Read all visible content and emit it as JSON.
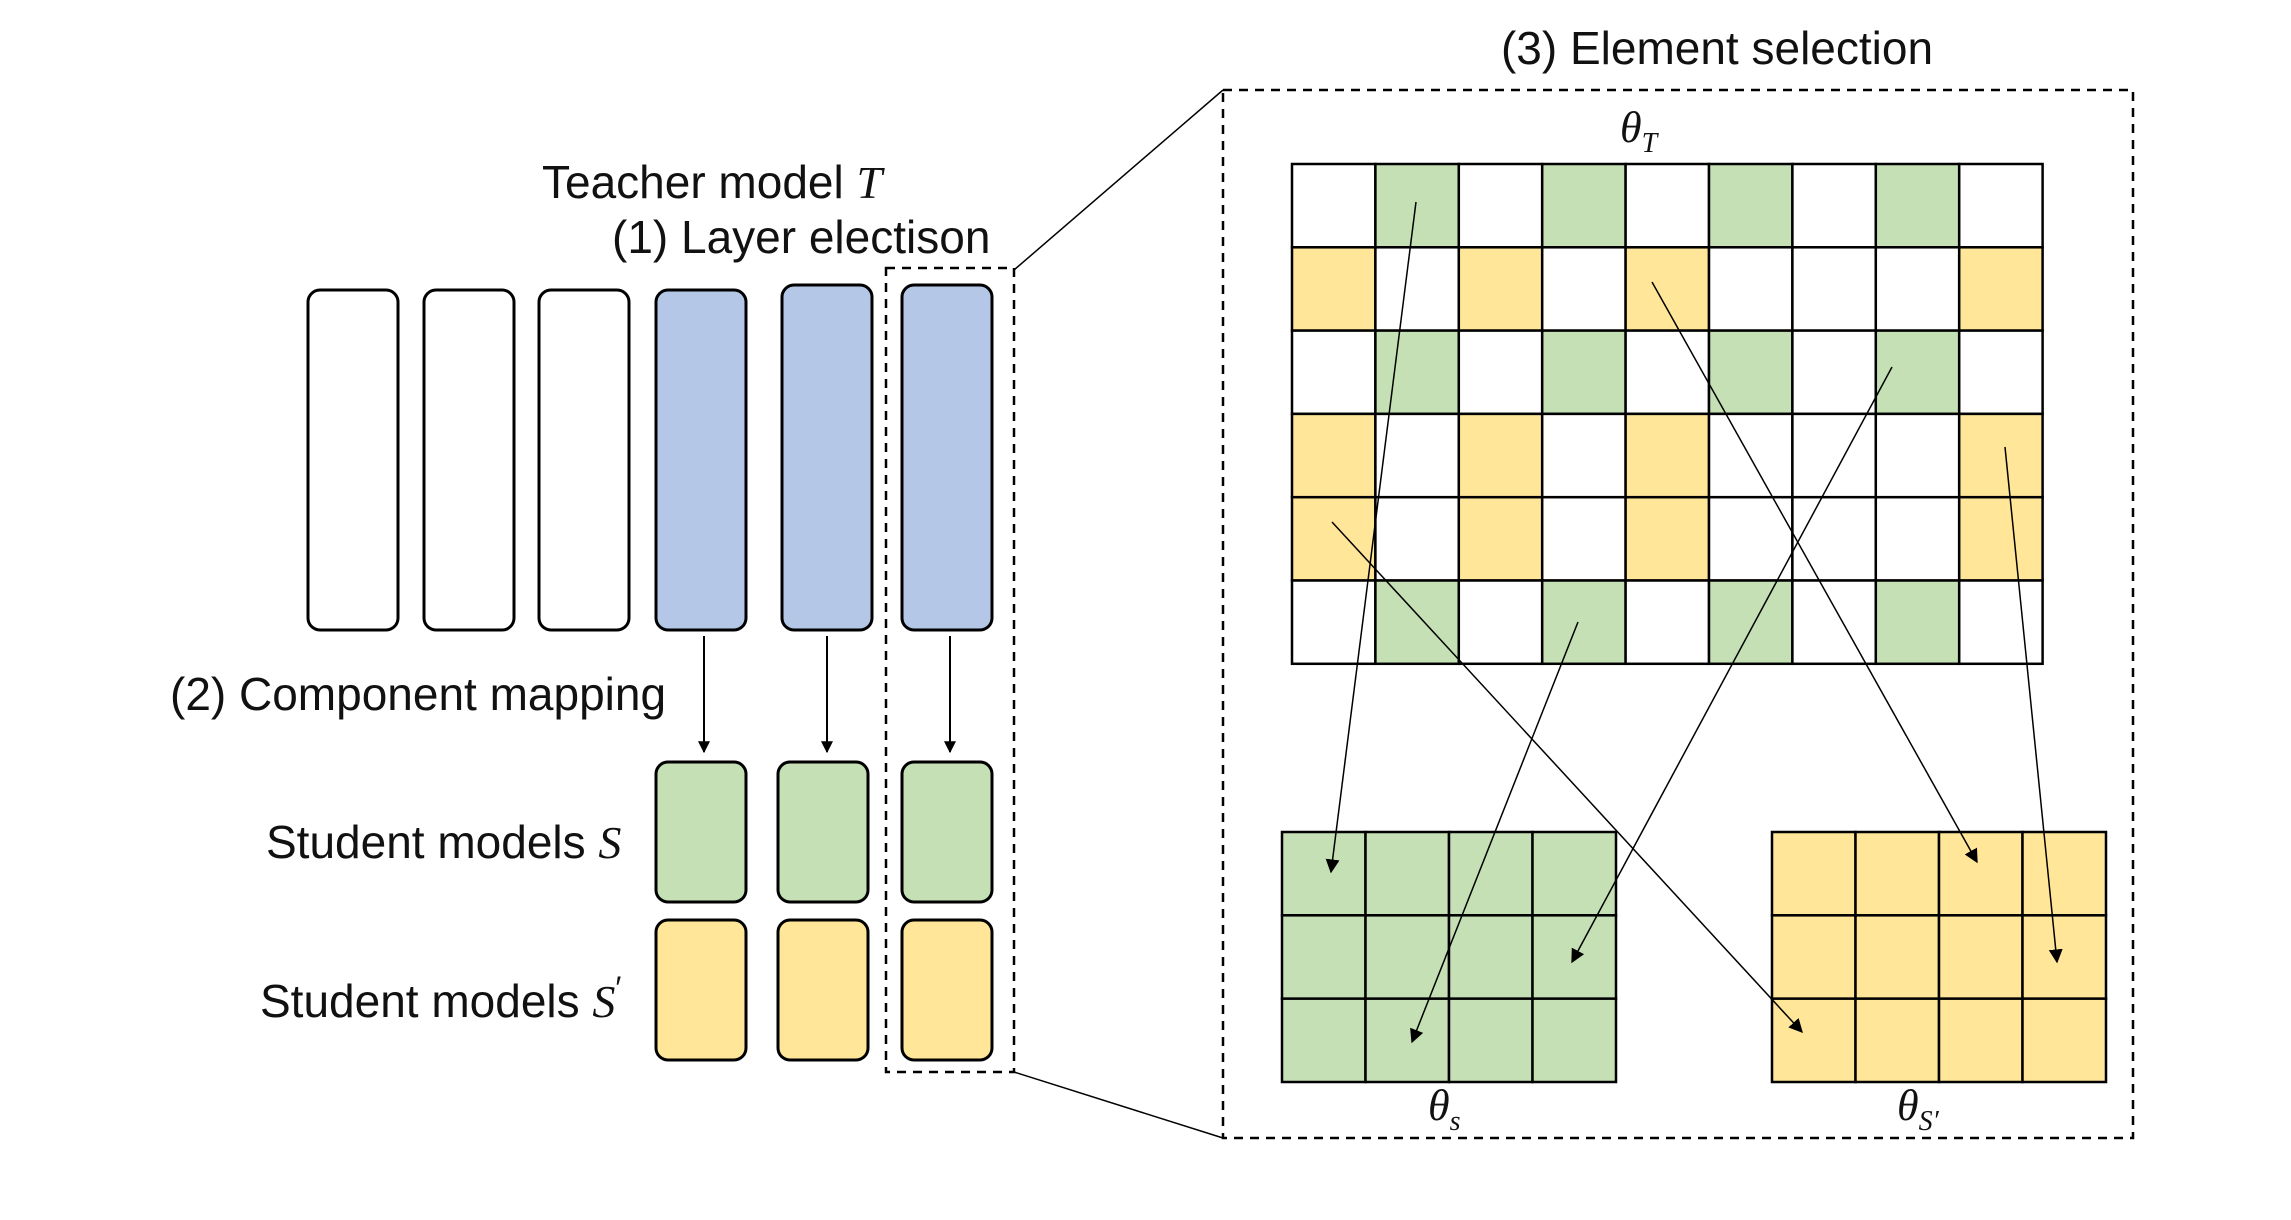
{
  "labels": {
    "teacher_prefix": "Teacher model ",
    "teacher_symbol": "T",
    "layer_election": "(1) Layer electison",
    "component_mapping": "(2) Component mapping",
    "student_s_prefix": "Student models ",
    "student_s_symbol": "S",
    "student_s2_prefix": "Student models ",
    "student_s2_symbol": "S",
    "student_s2_prime": "′",
    "element_selection": "(3) Element selection",
    "theta_T_base": "θ",
    "theta_T_sub": "T",
    "theta_s_base": "θ",
    "theta_s_sub": "s",
    "theta_s2_base": "θ",
    "theta_s2_sub": "S′"
  },
  "colors": {
    "blue": "#b4c7e7",
    "green": "#c5e0b4",
    "yellow": "#ffe699",
    "white": "#ffffff",
    "stroke": "#000000"
  },
  "teacher_layers": [
    "white",
    "white",
    "white",
    "blue",
    "blue",
    "blue"
  ],
  "student_s_layers": [
    "green",
    "green",
    "green"
  ],
  "student_s2_layers": [
    "yellow",
    "yellow",
    "yellow"
  ],
  "theta_T_grid": [
    [
      "white",
      "green",
      "white",
      "green",
      "white",
      "green",
      "white",
      "green",
      "white"
    ],
    [
      "yellow",
      "white",
      "yellow",
      "white",
      "yellow",
      "white",
      "white",
      "white",
      "yellow"
    ],
    [
      "white",
      "green",
      "white",
      "green",
      "white",
      "green",
      "white",
      "green",
      "white"
    ],
    [
      "yellow",
      "white",
      "yellow",
      "white",
      "yellow",
      "white",
      "white",
      "white",
      "yellow"
    ],
    [
      "yellow",
      "white",
      "yellow",
      "white",
      "yellow",
      "white",
      "white",
      "white",
      "yellow"
    ],
    [
      "white",
      "green",
      "white",
      "green",
      "white",
      "green",
      "white",
      "green",
      "white"
    ]
  ],
  "theta_s_grid": {
    "rows": 3,
    "cols": 4,
    "color": "green"
  },
  "theta_s2_grid": {
    "rows": 3,
    "cols": 4,
    "color": "yellow"
  }
}
